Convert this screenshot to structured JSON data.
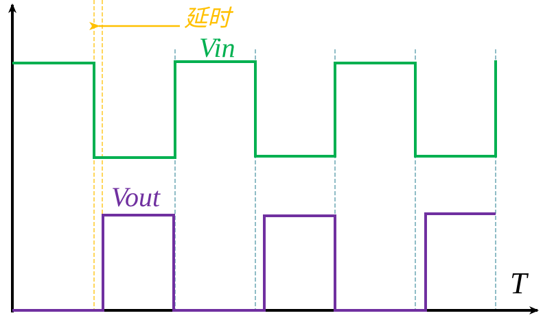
{
  "diagram": {
    "title": "",
    "labels": {
      "vin": "Vin",
      "vout": "Vout",
      "delay": "延时",
      "time_axis": "T"
    },
    "colors": {
      "vin": "#00b050",
      "vout": "#7030a0",
      "delay": "#ffc000",
      "axis": "#000000",
      "period_guides": "#1f7a8c"
    },
    "axes": {
      "y_axis": {
        "x": 18,
        "y_bottom": 455,
        "y_top": 5
      },
      "x_axis": {
        "y": 453,
        "x_left": 18,
        "x_right": 785
      }
    },
    "period_guides_x": [
      255,
      372,
      488,
      605,
      722
    ],
    "delay_guides_x": [
      137,
      149
    ],
    "delay_arrow": {
      "from_x": 262,
      "to_x": 142,
      "y": 38
    }
  },
  "chart_data": {
    "type": "line",
    "title": "",
    "xlabel": "T",
    "ylabel": "",
    "series": [
      {
        "name": "Vin",
        "kind": "square-wave",
        "points": [
          [
            18,
            92
          ],
          [
            137,
            92
          ],
          [
            137,
            230
          ],
          [
            255,
            230
          ],
          [
            255,
            90
          ],
          [
            372,
            90
          ],
          [
            372,
            228
          ],
          [
            488,
            228
          ],
          [
            488,
            92
          ],
          [
            605,
            92
          ],
          [
            605,
            228
          ],
          [
            722,
            228
          ],
          [
            722,
            88
          ]
        ]
      },
      {
        "name": "Vout",
        "kind": "square-wave (delayed)",
        "points": [
          [
            18,
            453
          ],
          [
            150,
            453
          ],
          [
            150,
            314
          ],
          [
            253,
            314
          ],
          [
            253,
            453
          ],
          [
            385,
            453
          ],
          [
            385,
            315
          ],
          [
            488,
            315
          ],
          [
            488,
            453
          ],
          [
            620,
            453
          ],
          [
            620,
            312
          ],
          [
            722,
            312
          ]
        ]
      }
    ],
    "annotations": [
      {
        "text": "延时",
        "meaning": "delay between Vin falling edge and Vout rising edge"
      }
    ]
  }
}
